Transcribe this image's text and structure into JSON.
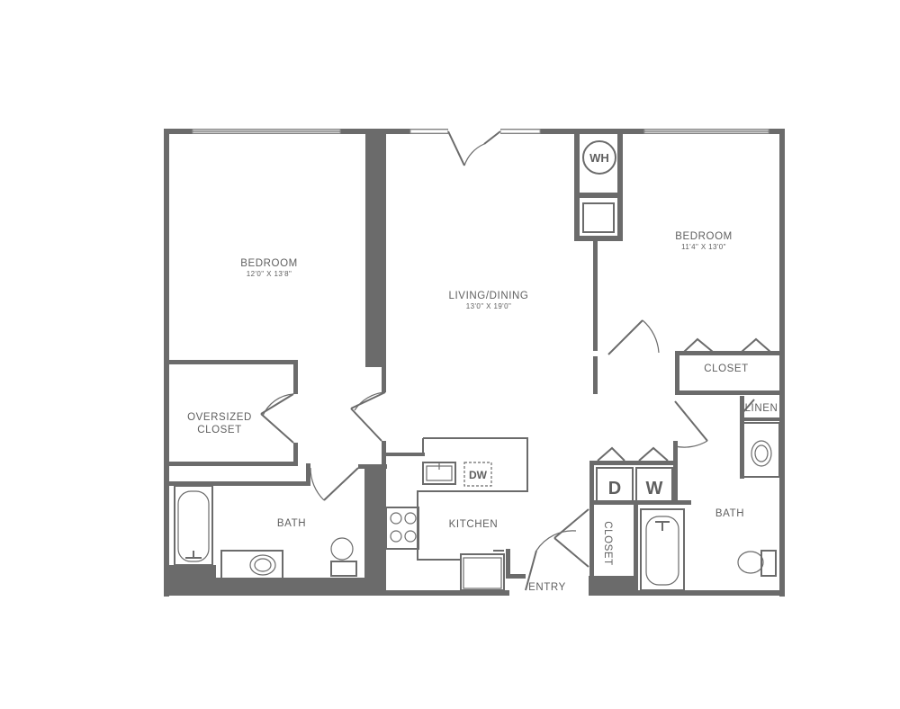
{
  "rooms": {
    "bedroom_left": {
      "label": "BEDROOM",
      "dims": "12'0\" X 13'8\""
    },
    "living": {
      "label": "LIVING/DINING",
      "dims": "13'0\" X 19'0\""
    },
    "bedroom_right": {
      "label": "BEDROOM",
      "dims": "11'4\" X 13'0\""
    },
    "oversized_closet": {
      "line1": "OVERSIZED",
      "line2": "CLOSET"
    },
    "closet_right": "CLOSET",
    "linen": "LINEN",
    "bath_left": "BATH",
    "bath_right": "BATH",
    "kitchen": "KITCHEN",
    "closet_entry": "CLOSET",
    "entry": "ENTRY"
  },
  "appliances": {
    "water_heater": "WH",
    "dishwasher": "DW",
    "dryer": "D",
    "washer": "W"
  }
}
